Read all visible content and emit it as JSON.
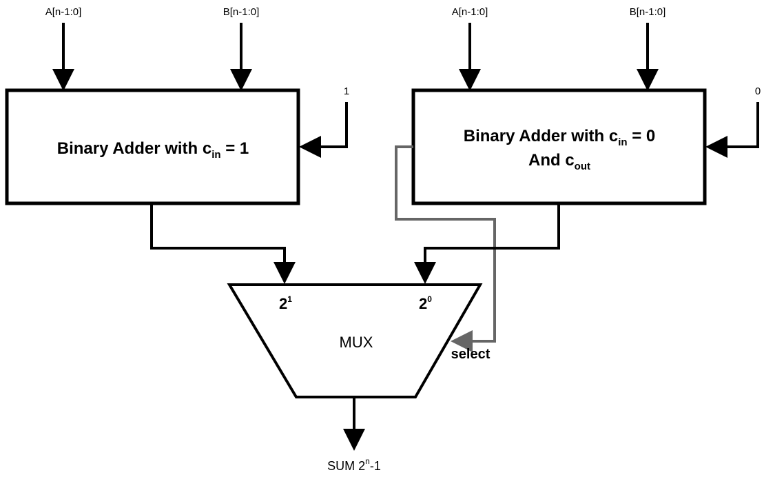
{
  "inputs": {
    "left_a": "A[n-1:0]",
    "left_b": "B[n-1:0]",
    "right_a": "A[n-1:0]",
    "right_b": "B[n-1:0]",
    "left_carry": "1",
    "right_carry": "0"
  },
  "adder1": {
    "prefix": "Binary Adder with c",
    "sub": "in",
    "suffix": " = 1"
  },
  "adder0": {
    "prefix": "Binary Adder with c",
    "sub": "in",
    "suffix": " = 0",
    "line2_prefix": "And c",
    "line2_sub": "out"
  },
  "mux": {
    "label": "MUX",
    "port1_base": "2",
    "port1_exp": "1",
    "port0_base": "2",
    "port0_exp": "0",
    "select": "select"
  },
  "output": {
    "prefix": "SUM 2",
    "exp": "n",
    "suffix": "-1"
  },
  "colors": {
    "line": "#000000",
    "select_line": "#666666"
  }
}
